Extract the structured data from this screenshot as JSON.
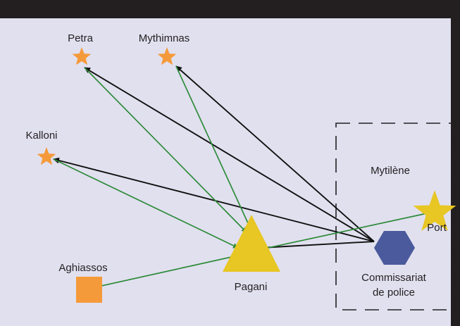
{
  "colors": {
    "top_bar": "#231f20",
    "background": "#e1e0ef",
    "right_bar": "#231f20",
    "star": "#f59a3a",
    "pagani_triangle": "#e8c623",
    "port_star": "#e8c623",
    "police_hexagon": "#4a5a9c",
    "aghiassos_square": "#f59a3a",
    "green_arrow": "#2e8b3a",
    "black_arrow": "#111111",
    "dashed_box": "#231f20"
  },
  "nodes": {
    "petra": {
      "label": "Petra",
      "shape": "star-icon"
    },
    "mythimnas": {
      "label": "Mythimnas",
      "shape": "star-icon"
    },
    "kalloni": {
      "label": "Kalloni",
      "shape": "star-icon"
    },
    "aghiassos": {
      "label": "Aghiassos",
      "shape": "square"
    },
    "pagani": {
      "label": "Pagani",
      "shape": "triangle"
    },
    "port": {
      "label": "Port",
      "shape": "star-icon"
    },
    "police": {
      "label_line1": "Commissariat",
      "label_line2": "de police",
      "shape": "hexagon"
    }
  },
  "region": {
    "label": "Mytilène"
  },
  "edges": [
    {
      "from": "police",
      "to": "petra",
      "color": "black"
    },
    {
      "from": "police",
      "to": "mythimnas",
      "color": "black"
    },
    {
      "from": "police",
      "to": "kalloni",
      "color": "black"
    },
    {
      "from": "police",
      "to": "pagani",
      "color": "black"
    },
    {
      "from": "petra",
      "to": "pagani",
      "color": "green"
    },
    {
      "from": "mythimnas",
      "to": "pagani",
      "color": "green"
    },
    {
      "from": "kalloni",
      "to": "pagani",
      "color": "green"
    },
    {
      "from": "port",
      "to": "pagani",
      "color": "green"
    },
    {
      "from": "pagani",
      "to": "aghiassos",
      "color": "green"
    }
  ]
}
